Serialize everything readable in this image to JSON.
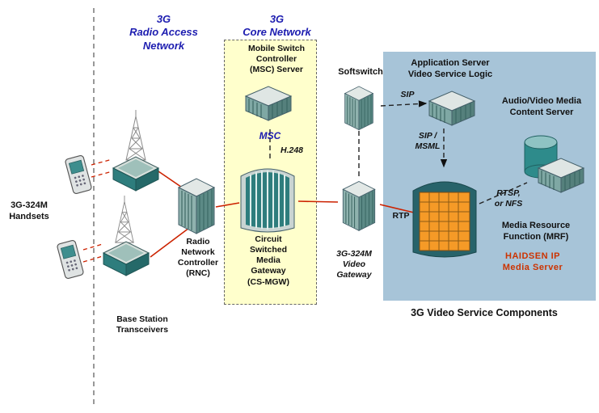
{
  "colors": {
    "title-blue": "#1d1db0",
    "line-red": "#cc2200",
    "brand-red": "#cc3300",
    "panel-blue": "#a7c4d8",
    "box-yellow": "#ffffcc"
  },
  "titles": {
    "ran": "3G\nRadio Access\nNetwork",
    "core": "3G\nCore Network",
    "caption": "3G Video Service Components"
  },
  "nodes": {
    "handsets": "3G-324M\nHandsets",
    "base_stations": "Base Station\nTransceivers",
    "rnc": "Radio\nNetwork\nController\n(RNC)",
    "msc_server": "Mobile Switch\nController\n(MSC) Server",
    "msc": "MSC",
    "cs_mgw": "Circuit\nSwitched\nMedia\nGateway\n(CS-MGW)",
    "softswitch": "Softswitch",
    "app_server": "Application Server\nVideo Service Logic",
    "content_server": "Audio/Video Media\nContent Server",
    "mrf": "Media Resource\nFunction (MRF)",
    "brand": "HAIDSEN IP\nMedia Server",
    "video_gateway": "3G-324M\nVideo\nGateway"
  },
  "protocols": {
    "h248": "H.248",
    "sip": "SIP",
    "sip_msml": "SIP /\nMSML",
    "rtp": "RTP",
    "rtsp": "RTSP,\nor NFS"
  }
}
